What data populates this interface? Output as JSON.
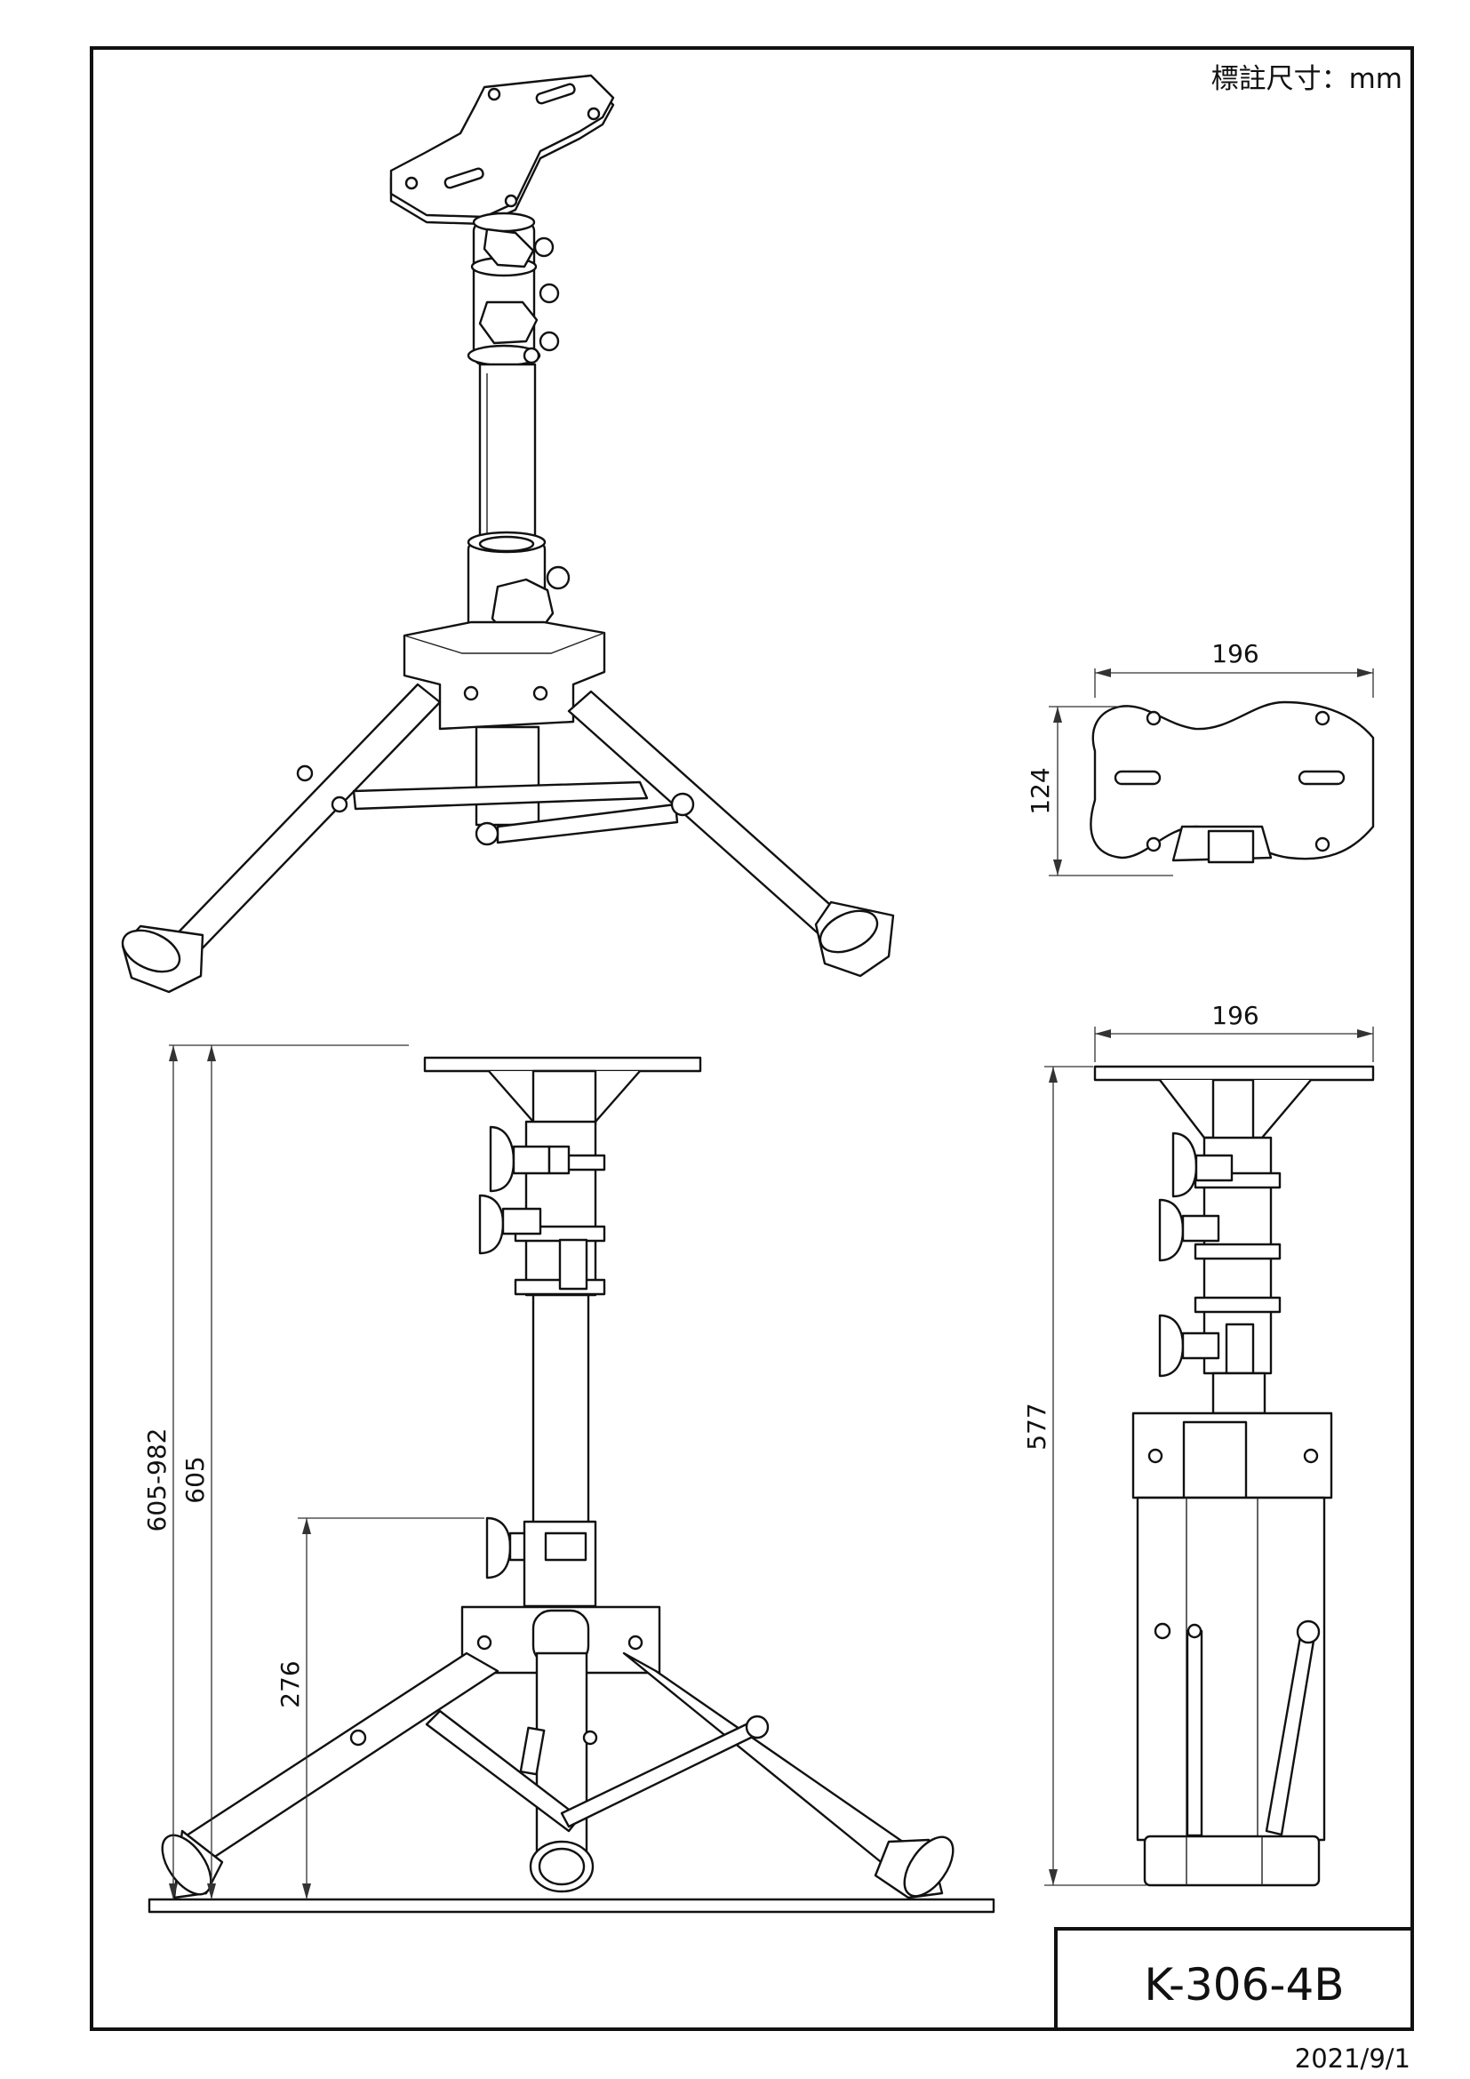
{
  "sheet": {
    "units_note": "標註尺寸：mm",
    "model": "K-306-4B",
    "date": "2021/9/1"
  },
  "dimensions": {
    "plate_width_top": "196",
    "plate_depth_top": "124",
    "plate_width_side": "196",
    "height_side": "577",
    "height_range_front": "605-982",
    "height_min_front": "605",
    "knob_height_front": "276"
  }
}
